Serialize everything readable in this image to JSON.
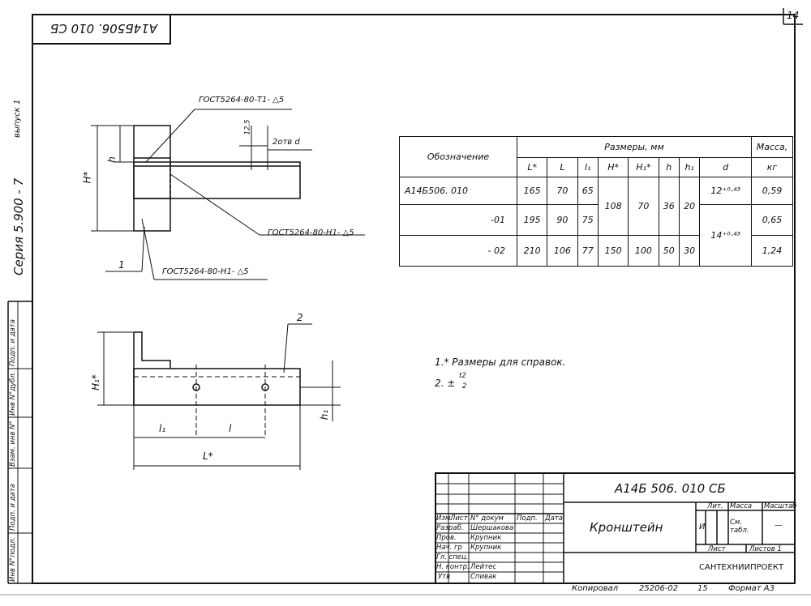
{
  "sheet": {
    "page_number": "14",
    "doc_code_rotated": "А14Б506. 010 СБ",
    "series_label": "Серия  5.900 - 7",
    "issue_label": "выпуск 1"
  },
  "side_stamps": [
    "Инв N°подл.",
    "Подп. и дата",
    "Взам. инв N°",
    "Инв N°дубл.",
    "Подп. и дата"
  ],
  "callouts": {
    "weld_top": "ГОСТ5264-80-Т1- △5",
    "hole_size": "12,5",
    "holes": "2отв d",
    "weld_right": "ГОСТ5264-80-Н1- △5",
    "weld_bottom": "ГОСТ5264-80-Н1- △5",
    "part1": "1",
    "part2": "2",
    "dim_H": "H*",
    "dim_h": "h",
    "dim_H1": "H₁*",
    "dim_h1": "h₁",
    "dim_l1": "l₁",
    "dim_l": "l",
    "dim_L": "L*"
  },
  "table": {
    "col_designation": "Обозначение",
    "col_dims": "Размеры, мм",
    "col_mass": "Масса,",
    "mass_unit": "кг",
    "headers": [
      "L*",
      "L",
      "l₁",
      "H*",
      "H₁*",
      "h",
      "h₁",
      "d"
    ],
    "rows": [
      {
        "name": "А14Б506. 010",
        "L": "165",
        "l": "70",
        "l1": "65",
        "mass": "0,59"
      },
      {
        "name": "-01",
        "L": "195",
        "l": "90",
        "l1": "75",
        "mass": "0,65"
      },
      {
        "name": "- 02",
        "L": "210",
        "l": "106",
        "l1": "77",
        "H": "150",
        "H1": "100",
        "h": "50",
        "h1": "30",
        "mass": "1,24"
      }
    ],
    "shared": {
      "H": "108",
      "H1": "70",
      "h": "36",
      "h1": "20",
      "d_a": "12⁺⁰·⁴³",
      "d_b": "14⁺⁰·⁴³"
    }
  },
  "notes": {
    "n1": "1.* Размеры  для  справок.",
    "n2": "2. ± ",
    "n2_frac_top": "t2",
    "n2_frac_bottom": "2"
  },
  "title_block": {
    "designation": "А14Б 506. 010 СБ",
    "name": "Кронштейн",
    "organization": "САНТЕХНИИПРОЕКТ",
    "lit_label": "Лит.",
    "mass_label": "Масса",
    "scale_label": "Масштаб",
    "mass_value": "См. табл.",
    "scale_value": "—",
    "lit_value": "И",
    "sheet_label": "Лист",
    "sheets_label": "Листов 1",
    "col_labels": [
      "Изм.",
      "Лист",
      "N° докум",
      "Подп.",
      "Дата"
    ],
    "roles": [
      {
        "role": "Разраб.",
        "person": "Шершакова"
      },
      {
        "role": "Пров.",
        "person": "Крупник"
      },
      {
        "role": "Нач. гр",
        "person": "Крупник"
      },
      {
        "role": "Гл. спец.",
        "person": ""
      },
      {
        "role": "Н. контр.",
        "person": "Лейтес"
      },
      {
        "role": "Утв",
        "person": "Спивак"
      }
    ]
  },
  "footer": {
    "copied": "Копировал",
    "order": "25206-02",
    "num": "15",
    "format": "Формат А3"
  }
}
